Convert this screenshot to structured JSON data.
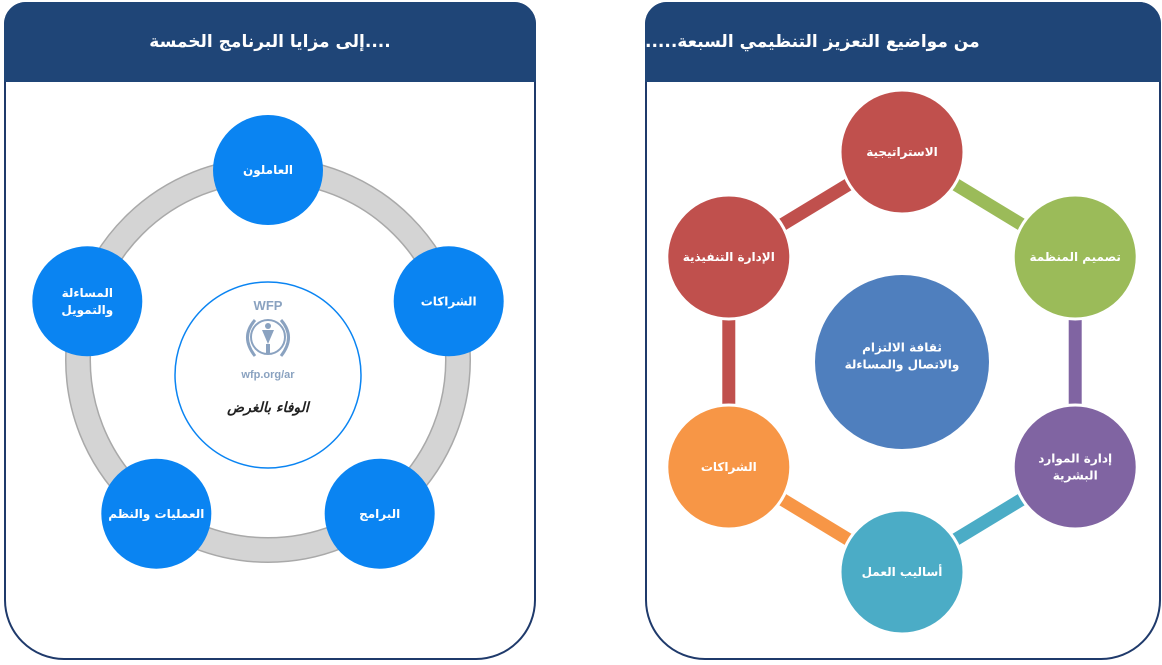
{
  "left_panel": {
    "title": "....إلى مزايا البرنامج الخمسة",
    "center_label": "الوفاء بالغرض",
    "logo": {
      "name": "WFP",
      "url": "wfp.org/ar"
    },
    "nodes": [
      {
        "label": "العاملون"
      },
      {
        "label": "الشراكات"
      },
      {
        "label": "البرامج"
      },
      {
        "label": "العمليات والنظم"
      },
      {
        "label": [
          "المساءلة",
          "والتمويل"
        ]
      }
    ],
    "node_color": "#0a84f2",
    "ring_color": "#d4d4d4"
  },
  "right_panel": {
    "title": "من مواضيع التعزيز التنظيمي السبعة.....",
    "center_label": [
      "ثقافة الالتزام",
      "والاتصال والمساءلة"
    ],
    "center_color": "#4f7fbe",
    "nodes": [
      {
        "label": "الاستراتيجية",
        "color": "#c0504d"
      },
      {
        "label": "تصميم المنظمة",
        "color": "#9bbb59"
      },
      {
        "label": [
          "إدارة الموارد",
          "البشرية"
        ],
        "color": "#8064a2"
      },
      {
        "label": "أساليب العمل",
        "color": "#4bacc6"
      },
      {
        "label": "الشراكات",
        "color": "#f79646"
      },
      {
        "label": "الإدارة التنفيذية",
        "color": "#c0504d"
      }
    ]
  }
}
